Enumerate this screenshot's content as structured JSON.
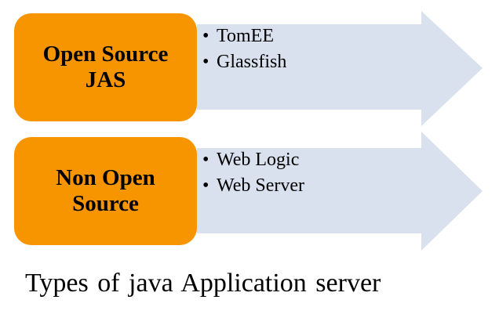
{
  "colors": {
    "box_fill": "#f79500",
    "arrow_fill": "#d9e1ee",
    "text": "#000000"
  },
  "rows": [
    {
      "label_lines": [
        "Open Source",
        "JAS"
      ],
      "items": [
        "TomEE",
        "Glassfish"
      ]
    },
    {
      "label_lines": [
        "Non Open",
        "Source"
      ],
      "items": [
        "Web Logic",
        "Web Server"
      ]
    }
  ],
  "bullet_glyph": "•",
  "caption": "Types of java Application server"
}
